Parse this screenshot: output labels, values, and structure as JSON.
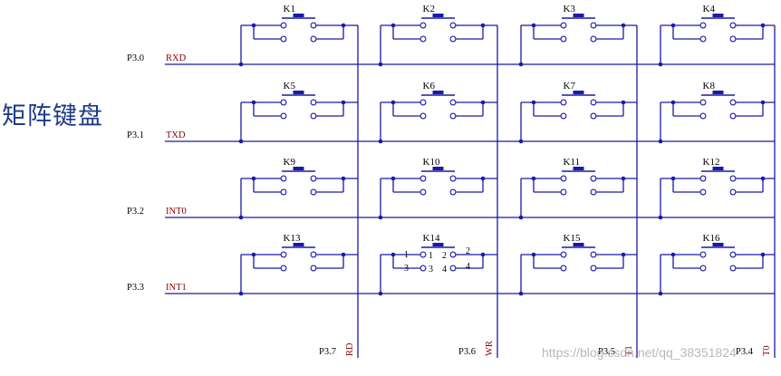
{
  "title": "矩阵键盘",
  "colors": {
    "wire": "#1a1aa8",
    "signal_label": "#8b0000",
    "port_label": "#000000",
    "key_label": "#000000",
    "title": "#1f3a8a"
  },
  "rows": [
    {
      "port": "P3.0",
      "signal": "RXD"
    },
    {
      "port": "P3.1",
      "signal": "TXD"
    },
    {
      "port": "P3.2",
      "signal": "INT0"
    },
    {
      "port": "P3.3",
      "signal": "INT1"
    }
  ],
  "columns": [
    {
      "port": "P3.7",
      "signal": "RD"
    },
    {
      "port": "P3.6",
      "signal": "WR"
    },
    {
      "port": "P3.5",
      "signal": "T1"
    },
    {
      "port": "P3.4",
      "signal": "T0"
    }
  ],
  "keys": [
    "K1",
    "K2",
    "K3",
    "K4",
    "K5",
    "K6",
    "K7",
    "K8",
    "K9",
    "K10",
    "K11",
    "K12",
    "K13",
    "K14",
    "K15",
    "K16"
  ],
  "pin_labels": {
    "left_outer": [
      "1",
      "3"
    ],
    "inner": [
      "1",
      "2",
      "3",
      "4"
    ],
    "right_outer": [
      "2",
      "4"
    ]
  },
  "watermark": "https://blog.csdn.net/qq_38351824"
}
